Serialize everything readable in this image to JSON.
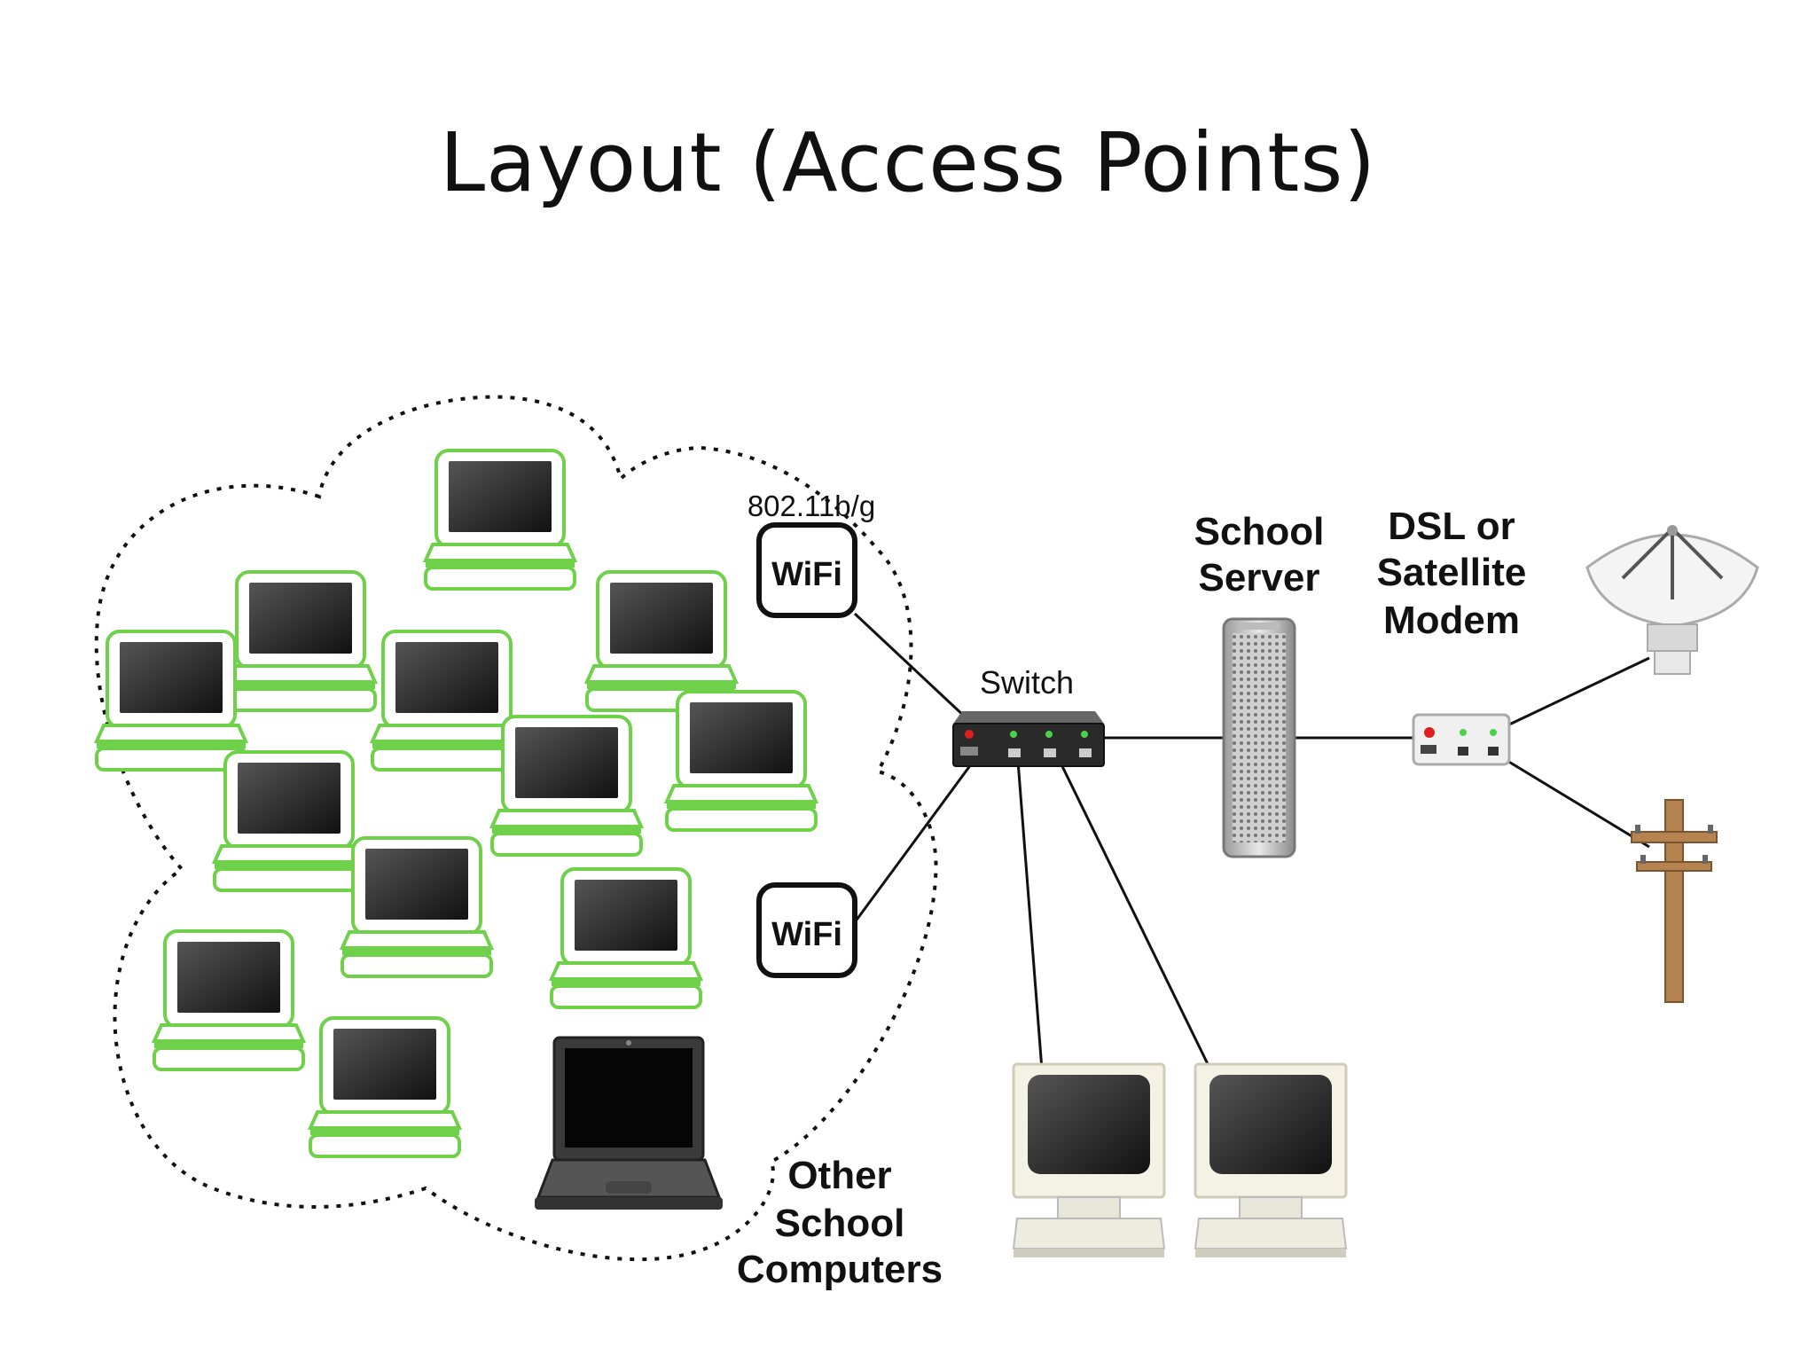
{
  "title": "Layout (Access Points)",
  "labels": {
    "wifi_standard": "802.11b/g",
    "wifi_1": "WiFi",
    "wifi_2": "WiFi",
    "switch": "Switch",
    "school_server_line1": "School",
    "school_server_line2": "Server",
    "modem_line1": "DSL or",
    "modem_line2": "Satellite",
    "modem_line3": "Modem",
    "other_line1": "Other",
    "other_line2": "School",
    "other_line3": "Computers"
  },
  "colors": {
    "xo_green": "#6fd04a",
    "screen": "#2a2a2a",
    "line": "#111111",
    "pole": "#b5834f"
  },
  "icons": [
    "xo-laptop-icon",
    "wifi-access-point-icon",
    "network-switch-icon",
    "server-tower-icon",
    "modem-icon",
    "satellite-dish-icon",
    "telephone-pole-icon",
    "desktop-computer-icon",
    "laptop-icon"
  ]
}
